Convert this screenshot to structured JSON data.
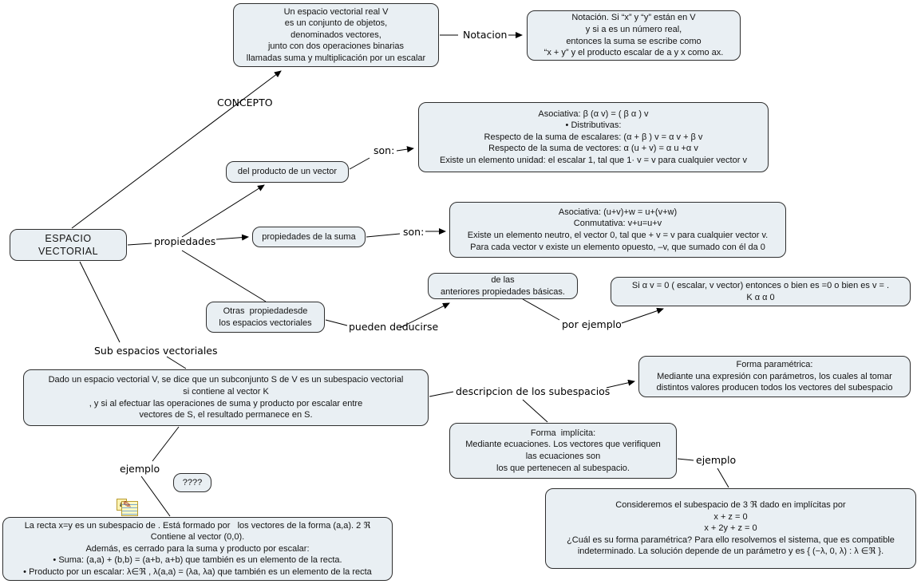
{
  "nodes": {
    "concept": {
      "text": "Un espacio vectorial real V\nes un conjunto de objetos,\ndenominados vectores,\njunto con dos operaciones binarias\nllamadas suma y multiplicación por un escalar"
    },
    "notation": {
      "text": "Notación. Si “x” y “y” están en V\ny si a es un número real,\nentonces la suma se escribe como\n“x + y” y el producto escalar de a y x como ax."
    },
    "product_props": {
      "text": "Asociativa: β (α v) = ( β α ) v\n• Distributivas:\nRespecto de la suma de escalares: (α + β ) v = α v + β v\nRespecto de la suma de vectores: α (u + v) = α u +α v\nExiste un elemento unidad: el escalar 1, tal que 1· v = v para cualquier vector v"
    },
    "product_vector": {
      "text": "del producto de un vector"
    },
    "sum_props": {
      "text": "Asociativa: (u+v)+w = u+(v+w)\nConmutativa: v+u=u+v\nExiste un elemento neutro, el vector 0, tal que + v = v para cualquier vector v.\nPara cada vector v existe un elemento opuesto, –v, que sumado con él da 0"
    },
    "espacio": {
      "text": "ESPACIO  VECTORIAL"
    },
    "sum": {
      "text": "propiedades de la suma"
    },
    "otras": {
      "text": "Otras  propiedadesde\nlos espacios vectoriales"
    },
    "delas": {
      "text": "de las\nanteriores propiedades básicas."
    },
    "siav": {
      "text": "Si α v = 0 ( escalar, v vector) entonces o bien es =0 o bien es v = .\nK α α 0"
    },
    "dado": {
      "text": "Dado un espacio vectorial V, se dice que un subconjunto S de V es un subespacio vectorial\nsi contiene al vector K\n, y si al efectuar las operaciones de suma y producto por escalar entre\nvectores de S, el resultado permanece en S."
    },
    "parametrica": {
      "text": "Forma paramétrica:\nMediante una expresión con parámetros, los cuales al tomar\ndistintos valores producen todos los vectores del subespacio"
    },
    "implicita": {
      "text": "Forma  implícita:\nMediante ecuaciones. Los vectores que verifiquen\nlas ecuaciones son\nlos que pertenecen al subespacio."
    },
    "consideremos": {
      "text": "Consideremos el subespacio de 3 ℜ dado en implícitas por\nx + z = 0\nx + 2y + z = 0\n¿Cuál es su forma paramétrica? Para ello resolvemos el sistema, que es compatible\nindeterminado. La solución depende de un parámetro y es { (−λ, 0, λ) : λ ∈ℜ }."
    },
    "questions": {
      "text": "????"
    },
    "recta": {
      "text": "La recta x=y es un subespacio de . Está formado por   los vectores de la forma (a,a). 2 ℜ\nContiene al vector (0,0).\nAdemás, es cerrado para la suma y producto por escalar:\n• Suma: (a,a) + (b,b) = (a+b, a+b) que también es un elemento de la recta.\n• Producto por un escalar: λ∈ℜ , λ(a,a) = (λa, λa) que también es un elemento de la recta"
    }
  },
  "labels": {
    "notacion": "Notacion",
    "concepto": "CONCEPTO",
    "son1": "son:",
    "son2": "son:",
    "propiedades": "propiedades",
    "pueden": "pueden deducirse",
    "por_ejemplo": "por ejemplo",
    "subespacios": "Sub espacios vectoriales",
    "descripcion": "descripcion de los subespacios",
    "ejemplo_formas": "ejemplo",
    "ejemplo_recta": "ejemplo"
  },
  "icon": {
    "label": "a"
  },
  "colors": {
    "node_fill": "#e9eff3",
    "node_border": "#2e2e2e",
    "line": "#000000"
  }
}
